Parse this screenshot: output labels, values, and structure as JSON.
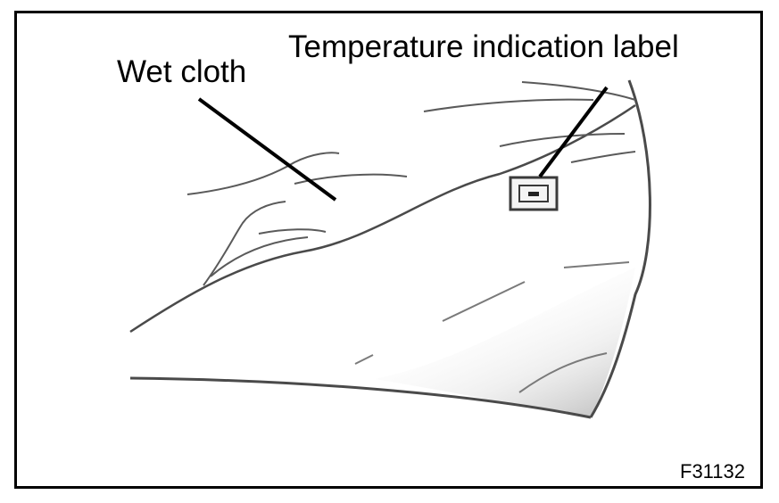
{
  "figure": {
    "labels": {
      "wet_cloth": "Wet cloth",
      "temperature_label": "Temperature indication label"
    },
    "figure_code": "F31132"
  },
  "colors": {
    "ink": "#000000",
    "background": "#ffffff",
    "shade_dark": "#bdbdbd"
  }
}
